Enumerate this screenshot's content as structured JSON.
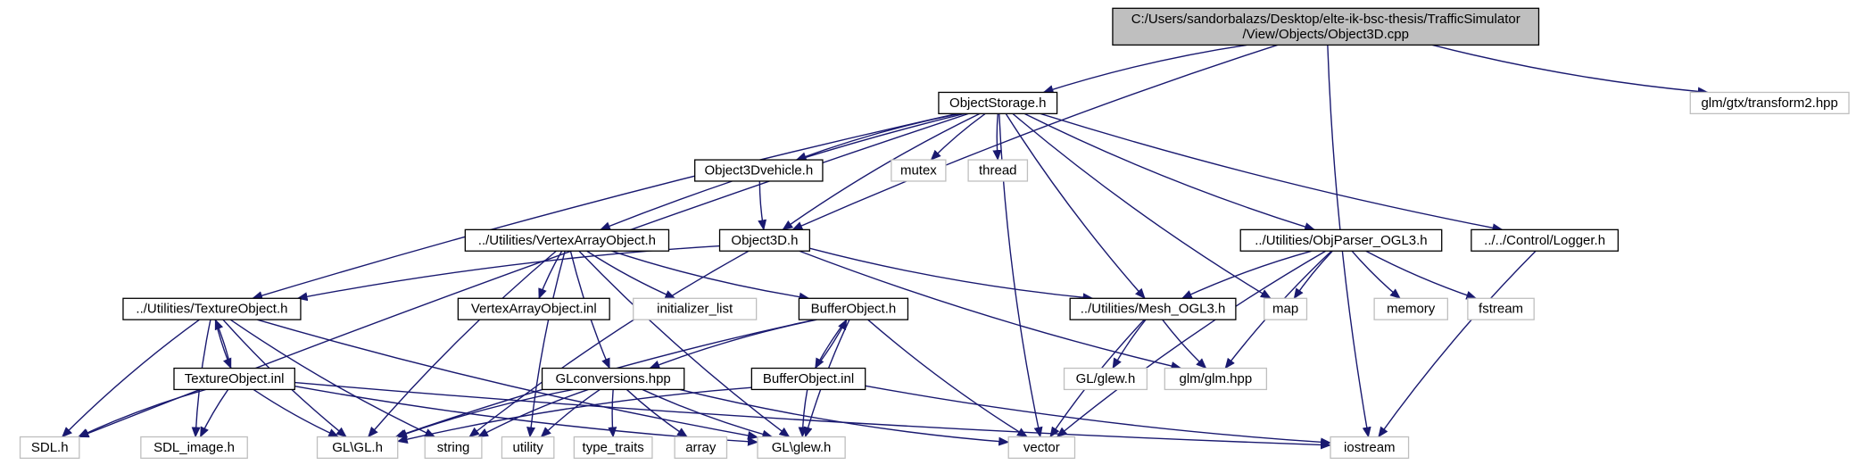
{
  "graph": {
    "nodes": [
      {
        "id": "root",
        "lines": [
          "C:/Users/sandorbalazs/Desktop/elte-ik-bsc-thesis/TrafficSimulator",
          "/View/Objects/Object3D.cpp"
        ],
        "style": "root"
      },
      {
        "id": "objstorage",
        "lines": [
          "ObjectStorage.h"
        ],
        "style": "normal"
      },
      {
        "id": "transform2",
        "lines": [
          "glm/gtx/transform2.hpp"
        ],
        "style": "gray"
      },
      {
        "id": "iostream",
        "lines": [
          "iostream"
        ],
        "style": "gray"
      },
      {
        "id": "o3dvehicle",
        "lines": [
          "Object3Dvehicle.h"
        ],
        "style": "normal"
      },
      {
        "id": "mutex",
        "lines": [
          "mutex"
        ],
        "style": "gray"
      },
      {
        "id": "thread",
        "lines": [
          "thread"
        ],
        "style": "gray"
      },
      {
        "id": "vao",
        "lines": [
          "../Utilities/VertexArrayObject.h"
        ],
        "style": "normal"
      },
      {
        "id": "object3d",
        "lines": [
          "Object3D.h"
        ],
        "style": "normal"
      },
      {
        "id": "objparser",
        "lines": [
          "../Utilities/ObjParser_OGL3.h"
        ],
        "style": "normal"
      },
      {
        "id": "logger",
        "lines": [
          "../../Control/Logger.h"
        ],
        "style": "normal"
      },
      {
        "id": "textureobj",
        "lines": [
          "../Utilities/TextureObject.h"
        ],
        "style": "normal"
      },
      {
        "id": "vaoinl",
        "lines": [
          "VertexArrayObject.inl"
        ],
        "style": "normal"
      },
      {
        "id": "initlist",
        "lines": [
          "initializer_list"
        ],
        "style": "gray"
      },
      {
        "id": "bufferobj",
        "lines": [
          "BufferObject.h"
        ],
        "style": "normal"
      },
      {
        "id": "mesh",
        "lines": [
          "../Utilities/Mesh_OGL3.h"
        ],
        "style": "normal"
      },
      {
        "id": "map",
        "lines": [
          "map"
        ],
        "style": "gray"
      },
      {
        "id": "memory",
        "lines": [
          "memory"
        ],
        "style": "gray"
      },
      {
        "id": "fstream",
        "lines": [
          "fstream"
        ],
        "style": "gray"
      },
      {
        "id": "textureinl",
        "lines": [
          "TextureObject.inl"
        ],
        "style": "normal"
      },
      {
        "id": "glconv",
        "lines": [
          "GLconversions.hpp"
        ],
        "style": "normal"
      },
      {
        "id": "bufferinl",
        "lines": [
          "BufferObject.inl"
        ],
        "style": "normal"
      },
      {
        "id": "glglew_small",
        "lines": [
          "GL/glew.h"
        ],
        "style": "gray"
      },
      {
        "id": "glmhpp",
        "lines": [
          "glm/glm.hpp"
        ],
        "style": "gray"
      },
      {
        "id": "sdl",
        "lines": [
          "SDL.h"
        ],
        "style": "gray"
      },
      {
        "id": "sdlimage",
        "lines": [
          "SDL_image.h"
        ],
        "style": "gray"
      },
      {
        "id": "glgl",
        "lines": [
          "GL\\GL.h"
        ],
        "style": "gray"
      },
      {
        "id": "string",
        "lines": [
          "string"
        ],
        "style": "gray"
      },
      {
        "id": "utility",
        "lines": [
          "utility"
        ],
        "style": "gray"
      },
      {
        "id": "typetraits",
        "lines": [
          "type_traits"
        ],
        "style": "gray"
      },
      {
        "id": "array",
        "lines": [
          "array"
        ],
        "style": "gray"
      },
      {
        "id": "glglew",
        "lines": [
          "GL\\glew.h"
        ],
        "style": "gray"
      },
      {
        "id": "vector",
        "lines": [
          "vector"
        ],
        "style": "gray"
      }
    ],
    "edges": [
      [
        "root",
        "objstorage"
      ],
      [
        "root",
        "object3d"
      ],
      [
        "root",
        "transform2"
      ],
      [
        "root",
        "iostream"
      ],
      [
        "objstorage",
        "sdl"
      ],
      [
        "objstorage",
        "textureobj"
      ],
      [
        "objstorage",
        "vao"
      ],
      [
        "objstorage",
        "o3dvehicle"
      ],
      [
        "objstorage",
        "object3d"
      ],
      [
        "objstorage",
        "mutex"
      ],
      [
        "objstorage",
        "thread"
      ],
      [
        "objstorage",
        "vector"
      ],
      [
        "objstorage",
        "mesh"
      ],
      [
        "objstorage",
        "map"
      ],
      [
        "objstorage",
        "objparser"
      ],
      [
        "objstorage",
        "logger"
      ],
      [
        "o3dvehicle",
        "object3d"
      ],
      [
        "vao",
        "vaoinl"
      ],
      [
        "vao",
        "initlist"
      ],
      [
        "vao",
        "bufferobj"
      ],
      [
        "vao",
        "glconv"
      ],
      [
        "vao",
        "glgl"
      ],
      [
        "vao",
        "glglew"
      ],
      [
        "vao",
        "utility"
      ],
      [
        "object3d",
        "textureobj"
      ],
      [
        "object3d",
        "mesh"
      ],
      [
        "object3d",
        "glmhpp"
      ],
      [
        "object3d",
        "string"
      ],
      [
        "objparser",
        "mesh"
      ],
      [
        "objparser",
        "map"
      ],
      [
        "objparser",
        "memory"
      ],
      [
        "objparser",
        "fstream"
      ],
      [
        "objparser",
        "glmhpp"
      ],
      [
        "objparser",
        "vector"
      ],
      [
        "logger",
        "iostream"
      ],
      [
        "textureobj",
        "textureinl"
      ],
      [
        "textureobj",
        "sdl"
      ],
      [
        "textureobj",
        "sdlimage"
      ],
      [
        "textureobj",
        "glgl"
      ],
      [
        "textureobj",
        "string"
      ],
      [
        "textureobj",
        "glglew"
      ],
      [
        "textureinl",
        "textureobj"
      ],
      [
        "textureinl",
        "sdl"
      ],
      [
        "textureinl",
        "sdlimage"
      ],
      [
        "textureinl",
        "glgl"
      ],
      [
        "textureinl",
        "glglew"
      ],
      [
        "textureinl",
        "iostream"
      ],
      [
        "bufferobj",
        "bufferinl"
      ],
      [
        "bufferobj",
        "glconv"
      ],
      [
        "bufferobj",
        "glglew"
      ],
      [
        "bufferobj",
        "vector"
      ],
      [
        "bufferobj",
        "glgl"
      ],
      [
        "bufferinl",
        "bufferobj"
      ],
      [
        "bufferinl",
        "glgl"
      ],
      [
        "bufferinl",
        "glglew"
      ],
      [
        "bufferinl",
        "iostream"
      ],
      [
        "mesh",
        "glglew_small"
      ],
      [
        "mesh",
        "glmhpp"
      ],
      [
        "mesh",
        "vector"
      ],
      [
        "glconv",
        "glgl"
      ],
      [
        "glconv",
        "string"
      ],
      [
        "glconv",
        "utility"
      ],
      [
        "glconv",
        "typetraits"
      ],
      [
        "glconv",
        "array"
      ],
      [
        "glconv",
        "glglew"
      ],
      [
        "glconv",
        "vector"
      ]
    ]
  },
  "colors": {
    "edge": "#191970",
    "root_fill": "#bfbfbf",
    "node_border": "#000000",
    "gray_border": "#bfbfbf",
    "text": "#000000"
  }
}
